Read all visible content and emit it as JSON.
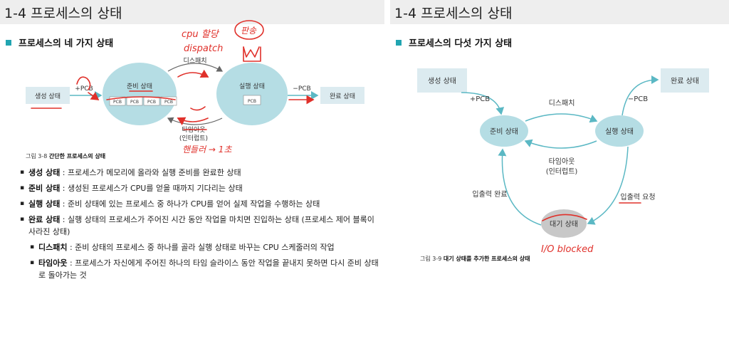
{
  "left": {
    "title": "1-4 프로세스의 상태",
    "section": "프로세스의 네 가지 상태",
    "diagram": {
      "created": "생성 상태",
      "ready": "준비 상태",
      "running": "실행 상태",
      "done": "완료 상태",
      "pcb": "PCB",
      "plus_pcb": "+PCB",
      "minus_pcb": "−PCB",
      "dispatch": "디스패치",
      "timeout": "타임아웃",
      "interrupt": "(인터럽트)"
    },
    "annotations": {
      "cpu_alloc": "cpu 할당",
      "dispatch_en": "dispatch",
      "verdict": "판송",
      "handler": "핸들러 → 1초"
    },
    "caption_num": "그림 3-8",
    "caption_text": "간단한 프로세스의 상태",
    "bullets": [
      {
        "term": "생성 상태",
        "desc": " : 프로세스가 메모리에 올라와 실행 준비를 완료한 상태"
      },
      {
        "term": "준비 상태",
        "desc": " : 생성된 프로세스가 CPU를 얻을 때까지 기다리는 상태"
      },
      {
        "term": "실행 상태",
        "desc": " : 준비 상태에 있는 프로세스 중 하나가 CPU를 얻어 실제 작업을 수행하는 상태"
      },
      {
        "term": "완료 상태",
        "desc": " : 실행 상태의 프로세스가 주어진 시간 동안 작업을 마치면 진입하는 상태 (프로세스 제어 블록이 사라진 상태)"
      },
      {
        "term": "디스패치",
        "desc": " : 준비 상태의 프로세스 중 하나를 골라 실행 상태로 바꾸는 CPU 스케줄러의 작업"
      },
      {
        "term": "타임아웃",
        "desc": " : 프로세스가 자신에게 주어진 하나의 타임 슬라이스 동안 작업을 끝내지 못하면 다시 준비 상태로 돌아가는 것"
      }
    ]
  },
  "right": {
    "title": "1-4 프로세스의 상태",
    "section": "프로세스의 다섯 가지 상태",
    "diagram": {
      "created": "생성 상태",
      "ready": "준비 상태",
      "running": "실행 상태",
      "done": "완료 상태",
      "waiting": "대기 상태",
      "plus_pcb": "+PCB",
      "minus_pcb": "−PCB",
      "dispatch": "디스패치",
      "timeout": "타임아웃",
      "interrupt": "(인터럽트)",
      "io_done": "입출력 완료",
      "io_req": "입출력 요청"
    },
    "annotations": {
      "io_blocked": "I/O blocked"
    },
    "caption_num": "그림 3-9",
    "caption_text": "대기 상태를 추가한 프로세스의 상태"
  }
}
